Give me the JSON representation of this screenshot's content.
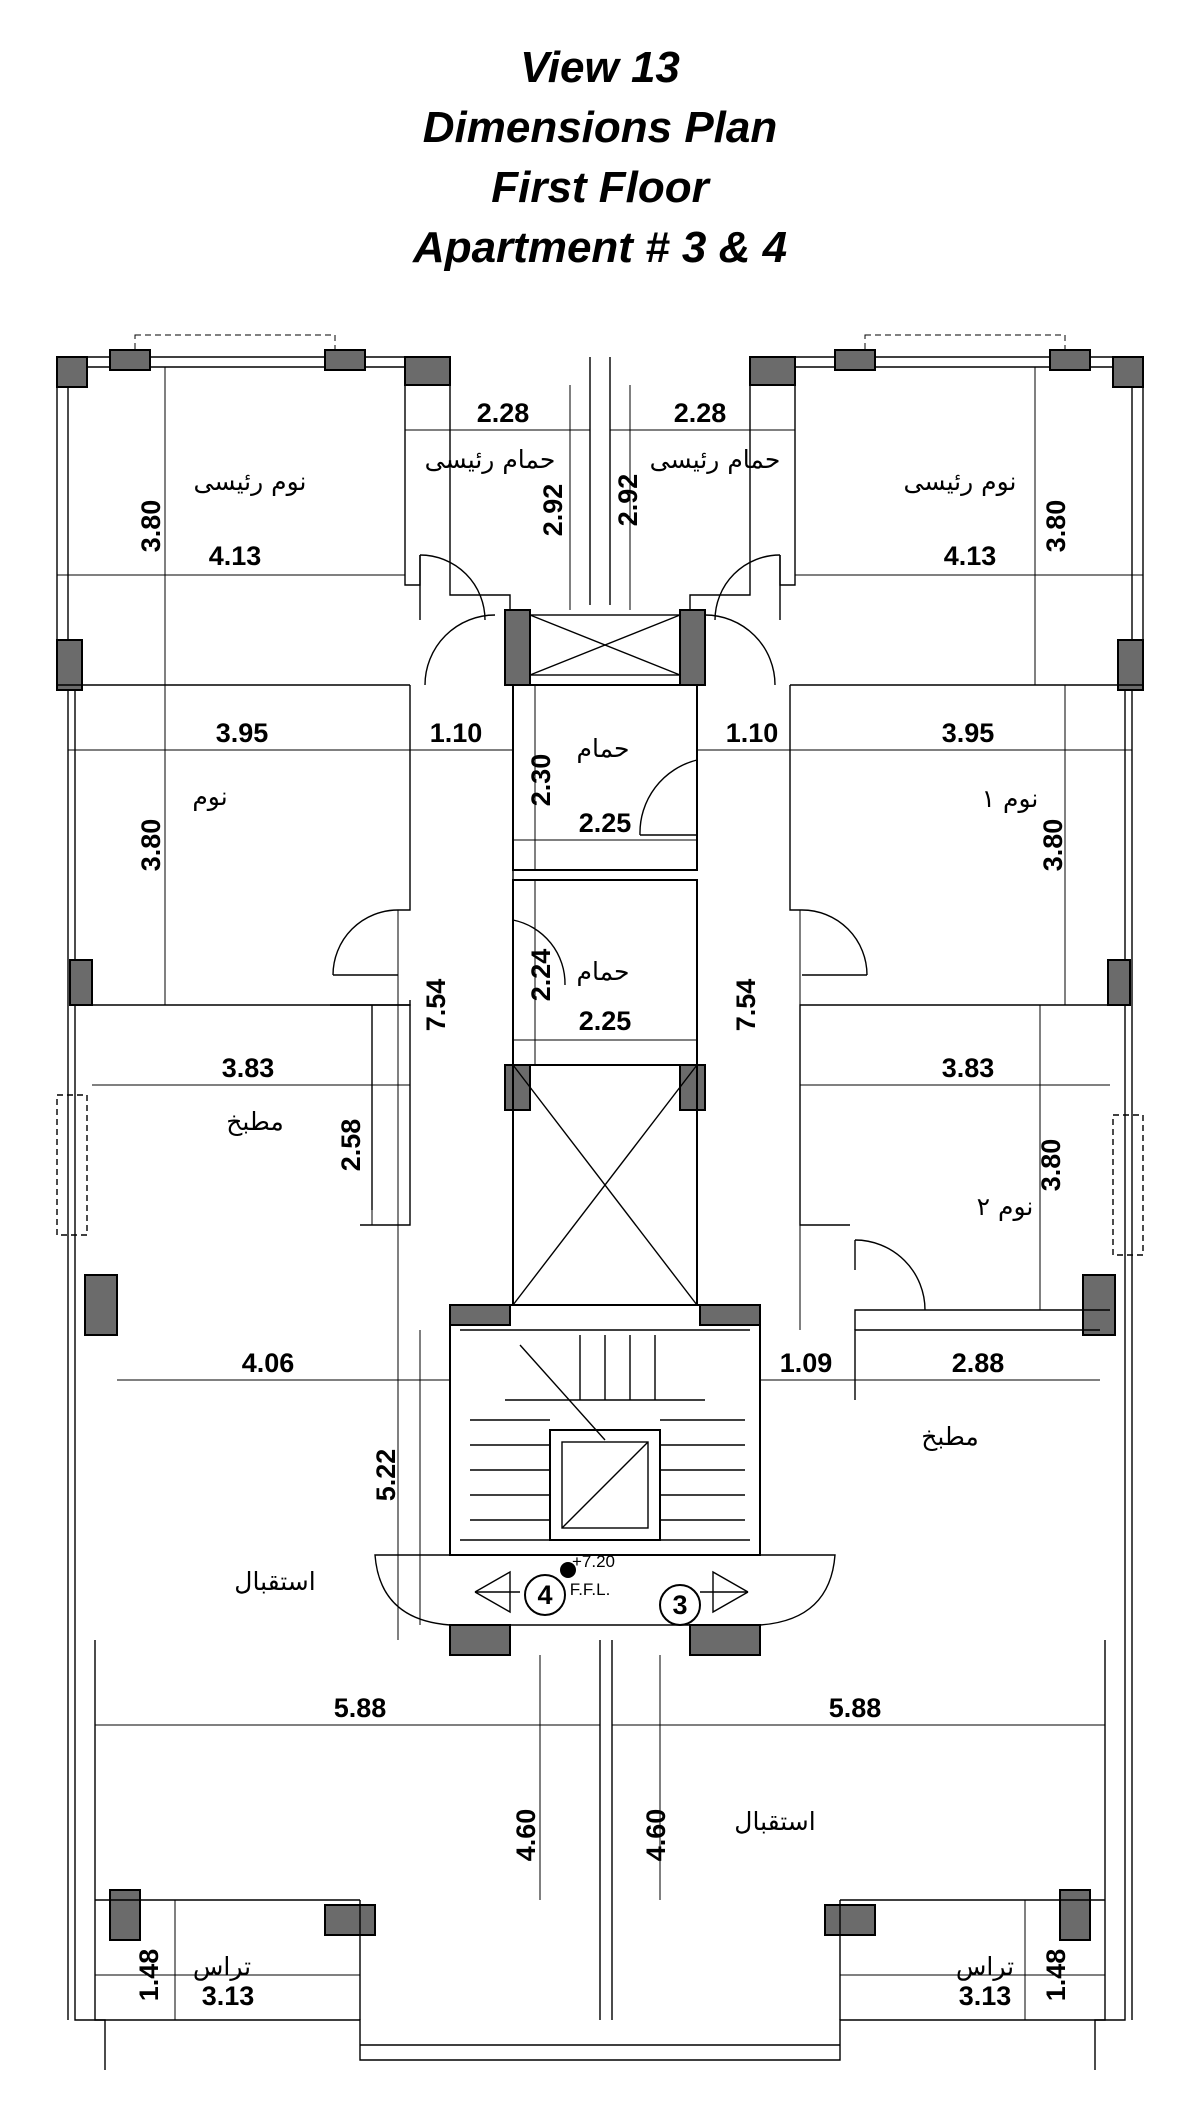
{
  "title": {
    "line1": "View 13",
    "line2": "Dimensions  Plan",
    "line3": "First Floor",
    "line4": "Apartment #  3 & 4"
  },
  "rooms": {
    "master_bed_left": "نوم رئيسى",
    "master_bath_left": "حمام رئيسى",
    "master_bath_right": "حمام رئيسى",
    "master_bed_right": "نوم رئيسى",
    "bed_left": "نوم",
    "bath_upper": "حمام",
    "bath_lower": "حمام",
    "bed1_right": "نوم ١",
    "kitchen_left": "مطبخ",
    "bed2_right": "نوم ٢",
    "kitchen_right": "مطبخ",
    "reception_left": "استقبال",
    "reception_right": "استقبال",
    "terrace_left": "تراس",
    "terrace_right": "تراس"
  },
  "dims": {
    "mbl_h": "3.80",
    "mbl_w": "4.13",
    "mbathl_w": "2.28",
    "mbathl_h": "2.92",
    "mbathr_w": "2.28",
    "mbathr_h": "2.92",
    "mbr_w": "4.13",
    "mbr_h": "3.80",
    "bedl_w": "3.95",
    "bedl_h": "3.80",
    "corr_l_w": "1.10",
    "corr_r_w": "1.10",
    "bathu_h": "2.30",
    "bathu_w": "2.25",
    "bed1r_w": "3.95",
    "bed1r_h": "3.80",
    "corr_l_h": "7.54",
    "corr_r_h": "7.54",
    "bathl_h": "2.24",
    "bathl_w": "2.25",
    "kitl_w": "3.83",
    "kitl_h": "2.58",
    "bed2r_w": "3.83",
    "bed2r_h": "3.80",
    "recl_w": "4.06",
    "recl_h": "5.22",
    "corr_r2_w": "1.09",
    "kitr_w": "2.88",
    "recl2_w": "5.88",
    "recr_w": "5.88",
    "recl2_h": "4.60",
    "recr_h": "4.60",
    "terl_h": "1.48",
    "terl_w": "3.13",
    "terr_w": "3.13",
    "terr_h": "1.48"
  },
  "stair": {
    "level": "+7.20",
    "ffl": "F.F.L.",
    "apt_left": "4",
    "apt_right": "3"
  }
}
